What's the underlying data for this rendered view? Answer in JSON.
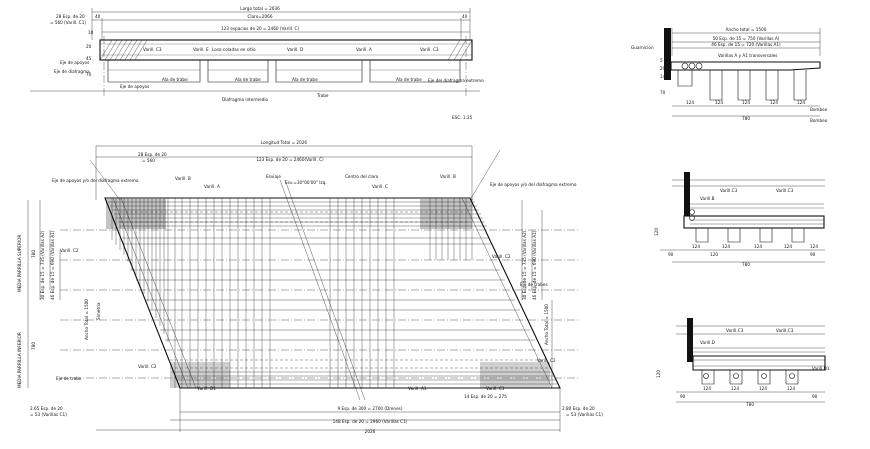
{
  "elevation": {
    "total_length": "Largo total = 2036",
    "clear_span": "Claro=2066",
    "left_spacing_1": "28 Esp. de 20",
    "left_spacing_2": "= 560 (Varill. C1)",
    "main_spacing": "123 espacios de 20 = 2460 (Varill. C)",
    "dim_40_left": "40",
    "dim_40_right": "40",
    "dim_10": "10",
    "dim_20": "20",
    "dim_45": "45",
    "dim_70": "70",
    "bar_labels": [
      "Varill. C3",
      "Varill. E",
      "Varill. D",
      "Varill. A",
      "Varill. C3"
    ],
    "callout_losa": "Losa coladas en sitio",
    "callout_eje_apoyos": "Eje de apoyos",
    "callout_eje_diafragma": "Eje de diafragma",
    "callout_diafragma_intermedio": "Diafragma intermedio",
    "callout_alas": [
      "Ala de trabe",
      "Ala de trabe",
      "Ala de trabe",
      "Ala de trabe"
    ],
    "callout_trabe": "Trabe",
    "callout_eje_diafragma_extremo": "Eje del diafragma extremo",
    "scale": "ESC. 1:25"
  },
  "plan": {
    "total_length": "Longitud Total = 2026",
    "top_spacing_1": "28 Esp. de 20",
    "top_spacing_2": "= 560",
    "top_spacing_main": "123 Esp. de 20 = 2460(Varill. C)",
    "bottom_spacing_1": "9 Esp. de 300 = 2700 (Drenes)",
    "bottom_spacing_2": "148 Esp. de 20 = 2960 (Varillas C1)",
    "bottom_total": "2026",
    "left_low_1": "2.65 Esp. de 20",
    "left_low_2": "= 53 (Varillas C1)",
    "right_low_1": "2.80 Esp. de 20",
    "right_low_2": "= 53 (Varillas C1)",
    "right_mid": "14 Esp. de 20 = 275",
    "side_left_top": "MEDIA PARRILLA SUPERIOR",
    "side_left_bottom": "MEDIA PARRILLA INFERIOR",
    "side_left_dims": [
      "30 Esp. de 15 = 735 (Varillas A2)",
      "46 Esp. de 15 = 690 (Varillas A1)"
    ],
    "side_right_dims": [
      "30 Esp. de 15 = 735 (Varillas A2)",
      "46 Esp. de 15 = 690 (Varillas A1)"
    ],
    "width_label_left": "Ancho Total = 1500",
    "width_label_right": "Ancho Total = 1500",
    "width_780_a": "780",
    "width_780_b": "780",
    "eje_apoyos_left": "Eje de apoyos y/o del diafragma extremo",
    "eje_apoyos_right": "Eje de apoyos y/o del diafragma extremo",
    "eje_trabe": "Eje de trabe",
    "eje_trabes_right": "Eje de trabes",
    "esviaje": "Esviaje",
    "esviaje_angle": "Esv.=30°00'00\" Izq.",
    "centro_claro": "Centro del claro",
    "bar_labels_top": [
      "Varill. A",
      "Varill. B",
      "Varill. C",
      "Varill. B"
    ],
    "bar_labels_bottom": [
      "Varill. D1",
      "Varill. A1",
      "Varill. C1"
    ],
    "bar_labels_side": [
      "Varill. C2",
      "Varill. C2",
      "Varill. C2",
      "Varill. C2"
    ],
    "scale_note": "Simetria"
  },
  "section_1": {
    "dims_top": [
      "Ancho total = 1500",
      "50 Esp. de 15 = 750 (Varillas A)",
      "46 Esp. de 15 = 720 (Varillas A1)"
    ],
    "label_guarnicion": "Guarnicion",
    "label_varillas": "Varillas A y A1 transversales",
    "dims_bottom": [
      "124",
      "124",
      "124",
      "124",
      "124"
    ],
    "side_dims": [
      "5",
      "20",
      "14",
      "70"
    ],
    "total_bottom": "780",
    "label_bombeo_1": "Bombeo",
    "label_bombeo_2": "Bombeo"
  },
  "section_2": {
    "labels": [
      "Varill.C3",
      "Varill.C3",
      "Varill.B"
    ],
    "dims": [
      "124",
      "124",
      "124",
      "124",
      "124"
    ],
    "side": [
      "90",
      "120",
      "90"
    ],
    "total": "780",
    "left_dim": "120"
  },
  "section_3": {
    "labels": [
      "Varill.C3",
      "Varill.C3",
      "Varill.D",
      "Varill.D1"
    ],
    "dims": [
      "124",
      "124",
      "124",
      "124"
    ],
    "side": [
      "90",
      "90"
    ],
    "total": "780",
    "left_dim": "120"
  }
}
